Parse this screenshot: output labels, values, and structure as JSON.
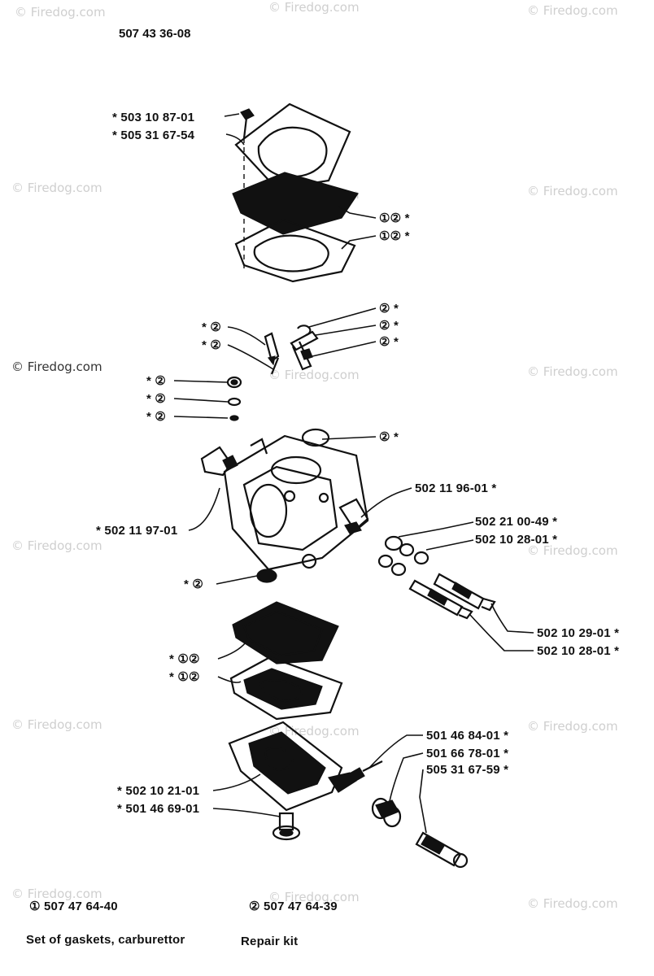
{
  "header_part_number": "507 43 36-08",
  "watermark": "Firedog.com",
  "callouts": [
    {
      "id": "c1",
      "text": "* 503 10 87-01"
    },
    {
      "id": "c2",
      "text": "* 505 31 67-54"
    },
    {
      "id": "c3",
      "text": "①② *"
    },
    {
      "id": "c4",
      "text": "①② *"
    },
    {
      "id": "c5",
      "text": "② *"
    },
    {
      "id": "c6",
      "text": "② *"
    },
    {
      "id": "c7",
      "text": "② *"
    },
    {
      "id": "c8",
      "text": "* ②"
    },
    {
      "id": "c9",
      "text": "* ②"
    },
    {
      "id": "c10",
      "text": "* ②"
    },
    {
      "id": "c11",
      "text": "* ②"
    },
    {
      "id": "c12",
      "text": "* ②"
    },
    {
      "id": "c13",
      "text": "② *"
    },
    {
      "id": "c14",
      "text": "502 11 96-01 *"
    },
    {
      "id": "c15",
      "text": "* 502 11 97-01"
    },
    {
      "id": "c16",
      "text": "502 21 00-49 *"
    },
    {
      "id": "c17",
      "text": "502 10 28-01 *"
    },
    {
      "id": "c18",
      "text": "* ②"
    },
    {
      "id": "c19",
      "text": "502 10 29-01 *"
    },
    {
      "id": "c20",
      "text": "502 10 28-01 *"
    },
    {
      "id": "c21",
      "text": "* ①②"
    },
    {
      "id": "c22",
      "text": "* ①②"
    },
    {
      "id": "c23",
      "text": "501 46 84-01 *"
    },
    {
      "id": "c24",
      "text": "501 66 78-01 *"
    },
    {
      "id": "c25",
      "text": "505 31 67-59 *"
    },
    {
      "id": "c26",
      "text": "* 502 10 21-01"
    },
    {
      "id": "c27",
      "text": "* 501 46 69-01"
    }
  ],
  "legend": {
    "kit1_number": "① 507 47 64-40",
    "kit2_number": "② 507 47 64-39",
    "kit1_name": "Set of gaskets, carburettor",
    "kit2_name": "Repair kit"
  }
}
